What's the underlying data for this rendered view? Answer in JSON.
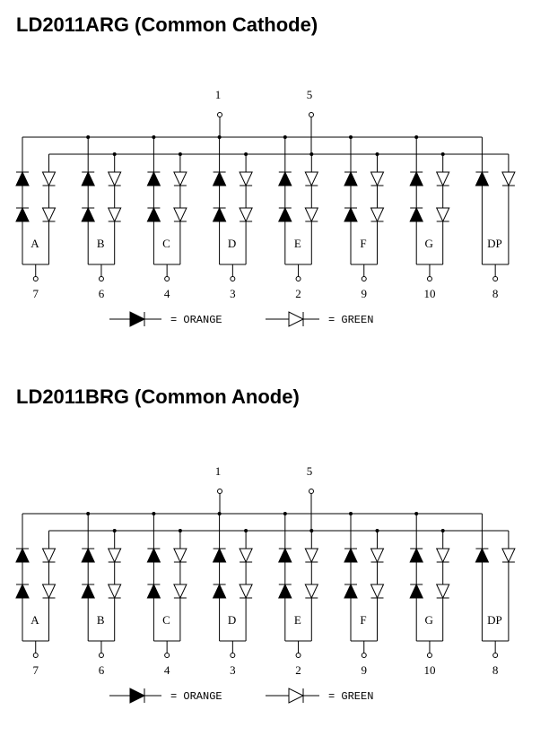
{
  "diagrams": [
    {
      "title": "LD2011ARG (Common Cathode)",
      "common_pins": [
        "1",
        "5"
      ],
      "segments": [
        {
          "label": "A",
          "pin": "7"
        },
        {
          "label": "B",
          "pin": "6"
        },
        {
          "label": "C",
          "pin": "4"
        },
        {
          "label": "D",
          "pin": "3"
        },
        {
          "label": "E",
          "pin": "2"
        },
        {
          "label": "F",
          "pin": "9"
        },
        {
          "label": "G",
          "pin": "10"
        },
        {
          "label": "DP",
          "pin": "8"
        }
      ],
      "legend": {
        "orange": "= ORANGE",
        "green": "= GREEN"
      }
    },
    {
      "title": "LD2011BRG (Common Anode)",
      "common_pins": [
        "1",
        "5"
      ],
      "segments": [
        {
          "label": "A",
          "pin": "7"
        },
        {
          "label": "B",
          "pin": "6"
        },
        {
          "label": "C",
          "pin": "4"
        },
        {
          "label": "D",
          "pin": "3"
        },
        {
          "label": "E",
          "pin": "2"
        },
        {
          "label": "F",
          "pin": "9"
        },
        {
          "label": "G",
          "pin": "10"
        },
        {
          "label": "DP",
          "pin": "8"
        }
      ],
      "legend": {
        "orange": "= ORANGE",
        "green": "= GREEN"
      }
    }
  ],
  "colors": {
    "line": "#000000",
    "background": "#ffffff"
  },
  "icons": {
    "orange_led": "filled-diode-icon",
    "green_led": "hollow-diode-icon"
  }
}
